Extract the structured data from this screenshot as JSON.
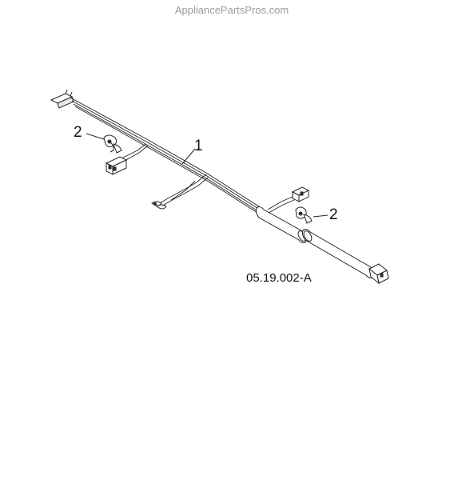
{
  "watermark": "AppliancePartsPros.com",
  "callouts": {
    "part1": "1",
    "part2_left": "2",
    "part2_right": "2"
  },
  "reference_number": "05.19.002-A"
}
